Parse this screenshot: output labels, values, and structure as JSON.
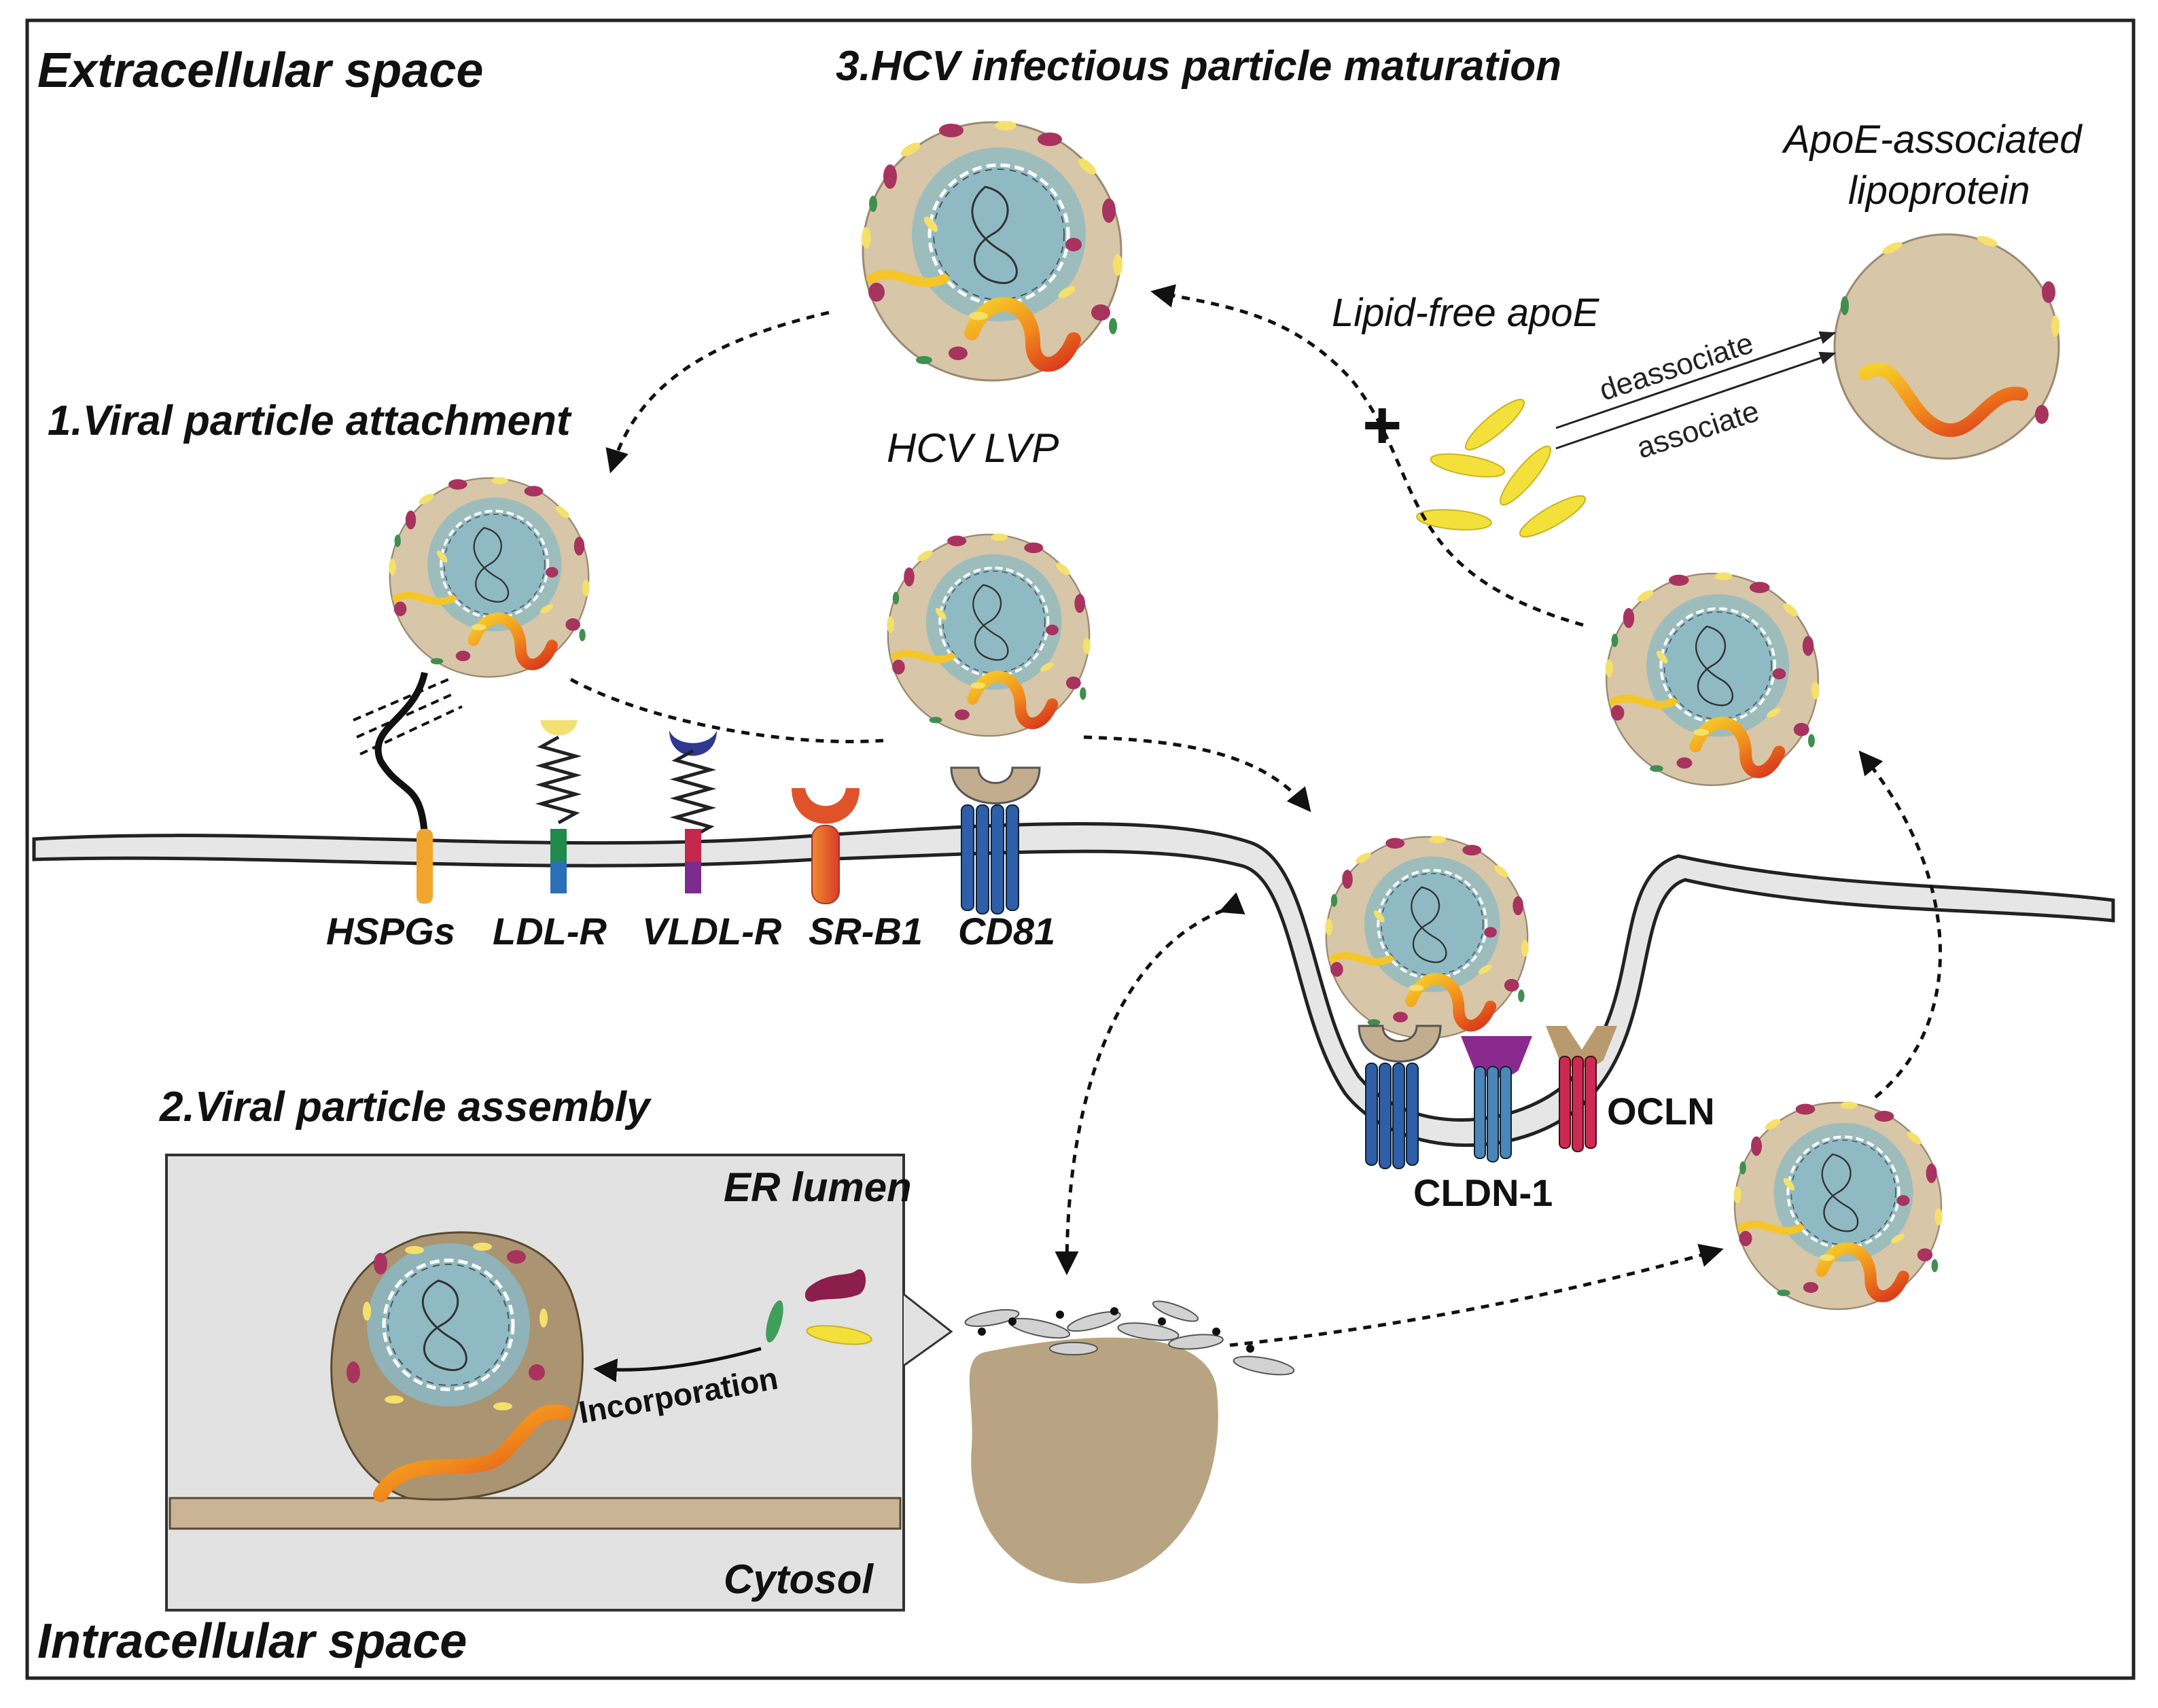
{
  "sections": {
    "extracellular": "Extracellular space",
    "intracellular": "Intracellular space",
    "step1": "1.Viral particle attachment",
    "step2": "2.Viral particle assembly",
    "step3": "3.HCV infectious particle maturation"
  },
  "labels": {
    "hcv_lvp": "HCV LVP",
    "apoe_lipoprotein_line1": "ApoE-associated",
    "apoe_lipoprotein_line2": "lipoprotein",
    "lipid_free_apoe": "Lipid-free apoE",
    "plus": "+",
    "deassociate": "deassociate",
    "associate": "associate",
    "incorporation": "Incorporation",
    "er_lumen": "ER lumen",
    "cytosol": "Cytosol"
  },
  "receptors": [
    "HSPGs",
    "LDL-R",
    "VLDL-R",
    "SR-B1",
    "CD81"
  ],
  "tight_junction_receptors": {
    "cldn1": "CLDN-1",
    "ocln": "OCLN"
  },
  "colors": {
    "lipid_shell": "#d8c6a8",
    "core_blue": "#8ab9c4",
    "membrane": "#e6e6e6",
    "er_box": "#e2e2e2",
    "er_membrane": "#c9b596",
    "cd81": "#2e5fa8",
    "cldn1": "#4a86b8",
    "ocln": "#cc2a55",
    "cldn_cap": "#8b2a8e",
    "hspg": "#f0a62e",
    "ldlr_stem": "#1f8a4c",
    "vldlr_stem": "#c4284d",
    "srb1": "#e0522a"
  }
}
